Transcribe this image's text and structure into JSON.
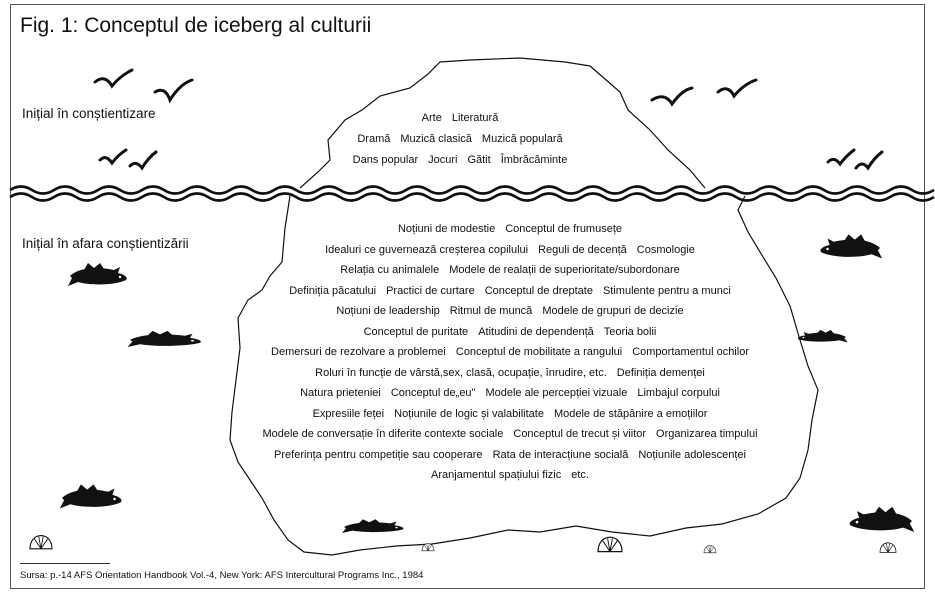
{
  "title": "Fig. 1: Conceptul de iceberg al culturii",
  "zones": {
    "above_label": "Inițial în conștientizare",
    "below_label": "Inițial în afara conștientizării"
  },
  "above_items": [
    [
      "Arte",
      "Literatură"
    ],
    [
      "Dramă",
      "Muzică clasică",
      "Muzică populară"
    ],
    [
      "Dans popular",
      "Jocuri",
      "Gătit",
      "Îmbrăcăminte"
    ]
  ],
  "below_items": [
    [
      "Noțiuni de modestie",
      "Conceptul de frumusețe"
    ],
    [
      "Idealuri ce guvernează creșterea copilului",
      "Reguli de decență",
      "Cosmologie"
    ],
    [
      "Relația cu animalele",
      "Modele de realații de superioritate/subordonare"
    ],
    [
      "Definiția păcatului",
      "Practici de curtare",
      "Conceptul de dreptate",
      "Stimulente pentru a munci"
    ],
    [
      "Noțiuni de leadership",
      "Ritmul de muncă",
      "Modele de grupuri de decizie"
    ],
    [
      "Conceptul de puritate",
      "Atitudini de dependență",
      "Teoria bolii"
    ],
    [
      "Demersuri de rezolvare a problemei",
      "Conceptul de mobilitate a rangului",
      "Comportamentul ochilor"
    ],
    [
      "Roluri în funcție de vârstă,sex, clasă, ocupație, înrudire, etc.",
      "Definiția demenței"
    ],
    [
      "Natura prieteniei",
      "Conceptul de„eu\"",
      "Modele ale percepției vizuale",
      "Limbajul corpului"
    ],
    [
      "Expresiile feței",
      "Noțiunile de logic și valabilitate",
      "Modele de stăpânire a emoțiilor"
    ],
    [
      "Modele de conversație în diferite contexte sociale",
      "Conceptul de trecut și viitor",
      "Organizarea timpului"
    ],
    [
      "Preferința pentru competiție sau cooperare",
      "Rata de interacțiune socială",
      "Noțiunile adolescenței"
    ],
    [
      "Aranjamentul spațiului fizic",
      "etc."
    ]
  ],
  "source": "Sursa: p.-14 AFS Orientation Handbook Vol.-4, New York: AFS Intercultural Programs Inc., 1984",
  "colors": {
    "ink": "#111111",
    "frame": "#555555"
  }
}
